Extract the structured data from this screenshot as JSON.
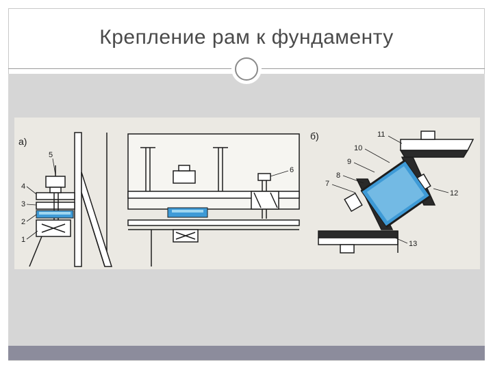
{
  "slide": {
    "title": "Крепление рам к фундаменту"
  },
  "figure": {
    "panel_a_label": "а)",
    "panel_b_label": "б)",
    "callouts_a": [
      "5",
      "4",
      "3",
      "2",
      "1"
    ],
    "callout_6": "6",
    "callouts_b": [
      "11",
      "10",
      "9",
      "8",
      "7",
      "12",
      "13"
    ],
    "colors": {
      "elastic_pad": "#3e9ad6",
      "elastic_pad_light": "#9fd6f0",
      "paper": "#ebe9e3",
      "ink": "#1d1d1d"
    }
  }
}
